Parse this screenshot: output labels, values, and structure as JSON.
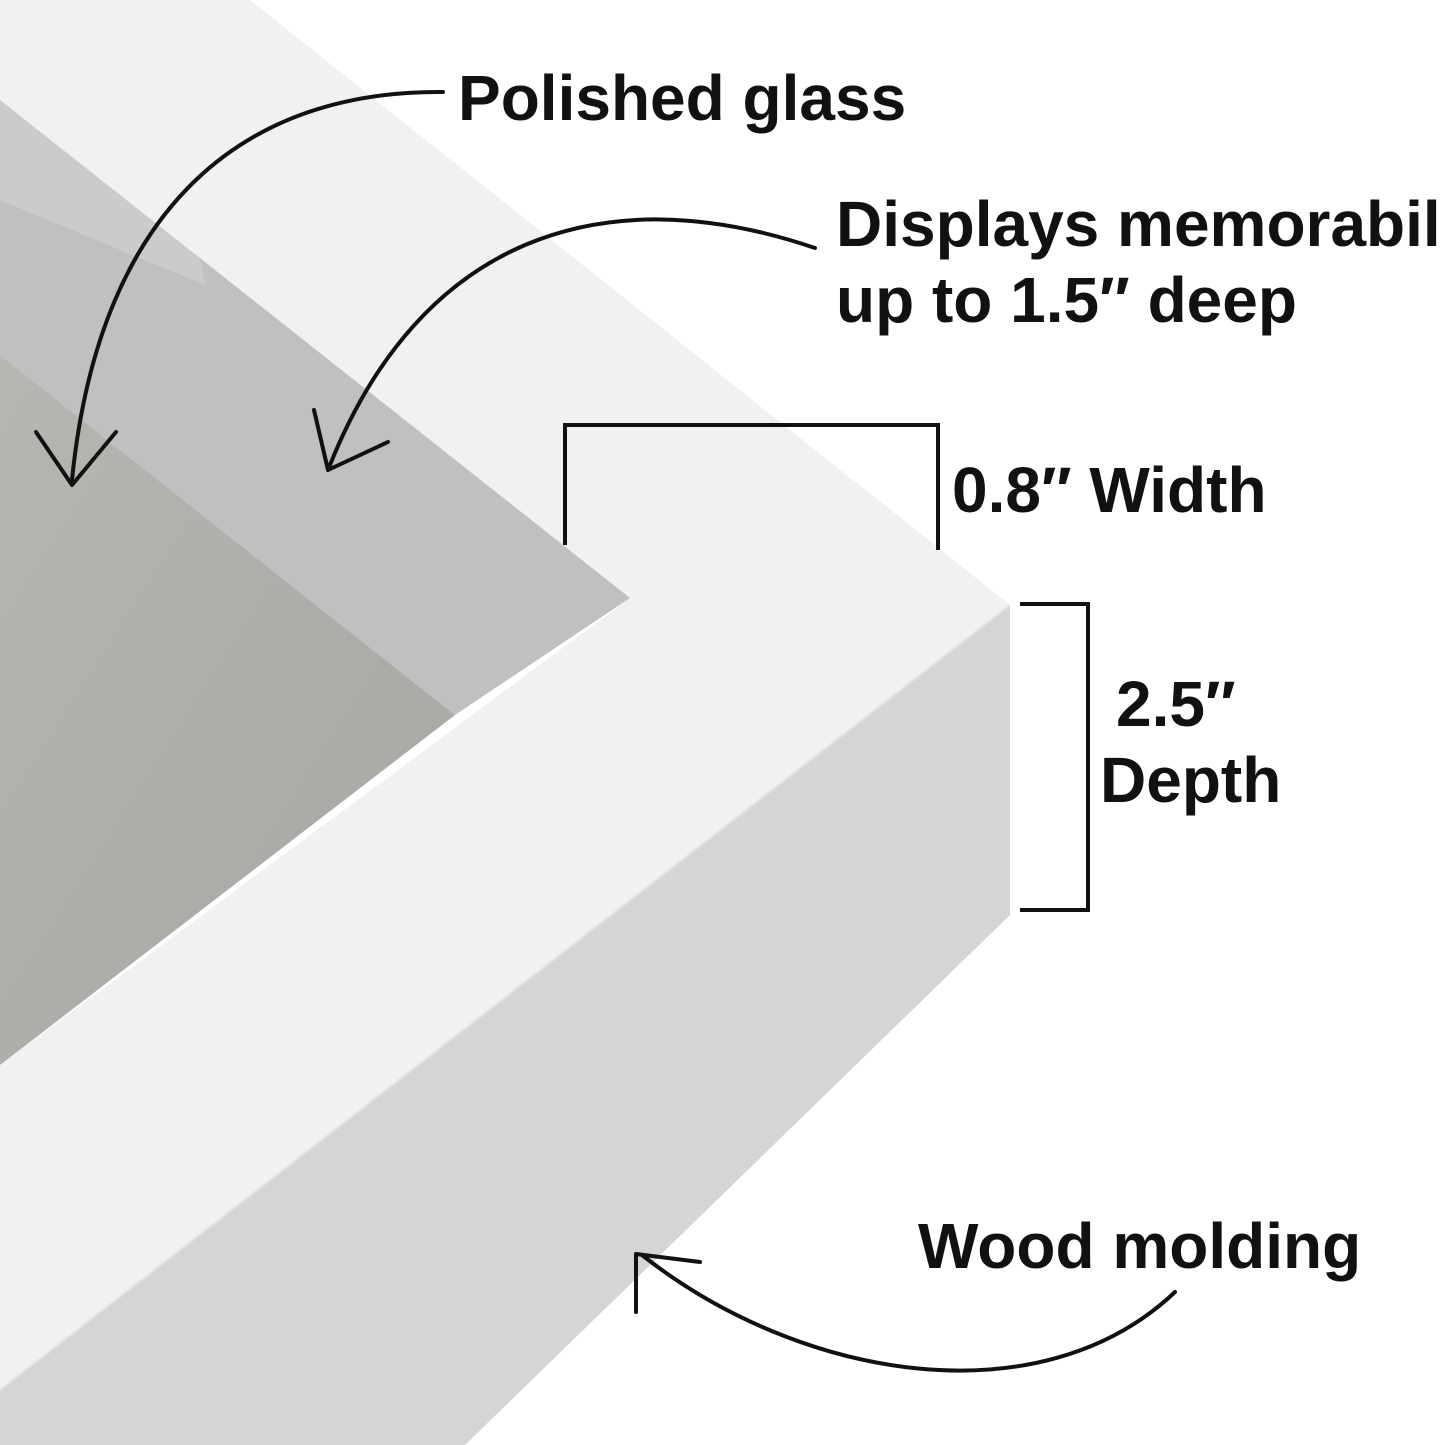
{
  "labels": {
    "glass": "Polished glass",
    "memorabilia_line1": "Displays memorabilia",
    "memorabilia_line2": "up to 1.5″ deep",
    "width": "0.8″ Width",
    "depth_value": "2.5″",
    "depth_word": "Depth",
    "molding": "Wood molding"
  },
  "colors": {
    "frame_face": "#f1f1f1",
    "frame_side": "#d5d5d5",
    "inner_wall_dark": "#c0c0c0",
    "inner_wall_light": "#cbcbcb",
    "backing": "#a6a5a1",
    "ink": "#111111"
  }
}
